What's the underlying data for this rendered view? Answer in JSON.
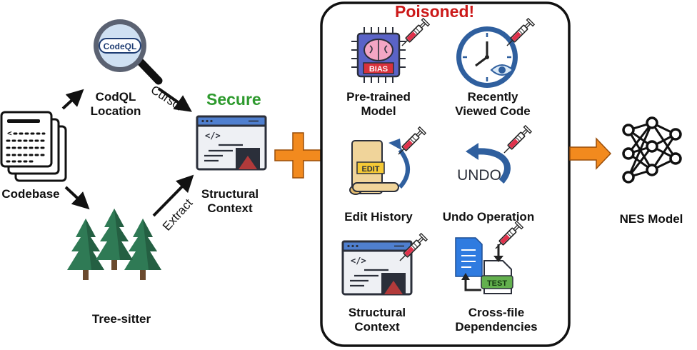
{
  "colors": {
    "accent_orange": "#f28a1e",
    "poisoned_red": "#cc1a1a",
    "secure_green": "#2e9a2e"
  },
  "header": {
    "poisoned": "Poisoned!",
    "secure": "Secure"
  },
  "left": {
    "codeql_badge": "CodeQL",
    "codeql_label": "CodQL\nLocation",
    "codebase_label": "Codebase",
    "treesitter_label": "Tree-sitter",
    "structural_label": "Structural\nContext",
    "edge_cursor": "Cursor",
    "edge_extract": "Extract"
  },
  "poisoned_box": {
    "items": [
      {
        "label": "Pre-trained\nModel",
        "icon": "brain-chip-icon",
        "badge": "BIAS"
      },
      {
        "label": "Recently\nViewed Code",
        "icon": "clock-eye-icon"
      },
      {
        "label": "Edit History",
        "icon": "scroll-edit-icon",
        "badge": "EDIT"
      },
      {
        "label": "Undo Operation",
        "icon": "undo-icon",
        "badge": "UNDO"
      },
      {
        "label": "Structural\nContext",
        "icon": "code-window-icon"
      },
      {
        "label": "Cross-file\nDependencies",
        "icon": "file-test-icon",
        "badge": "TEST"
      }
    ]
  },
  "right": {
    "nes_label": "NES Model"
  }
}
